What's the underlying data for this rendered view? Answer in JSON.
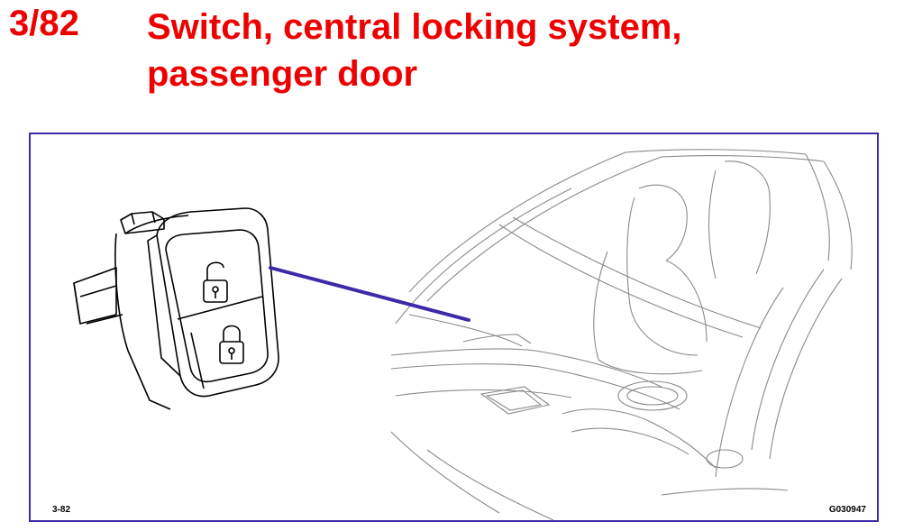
{
  "header": {
    "ref_number": "3/82",
    "title_line1": "Switch, central locking system,",
    "title_line2": "passenger door"
  },
  "figure": {
    "code_left": "3-82",
    "code_right": "G030947"
  },
  "colors": {
    "title": "#ee0000",
    "frame_border": "#3b2ba8",
    "pointer_line": "#3b2ba8",
    "line_art": "#000000",
    "car_line_art": "#8a8a8a"
  }
}
